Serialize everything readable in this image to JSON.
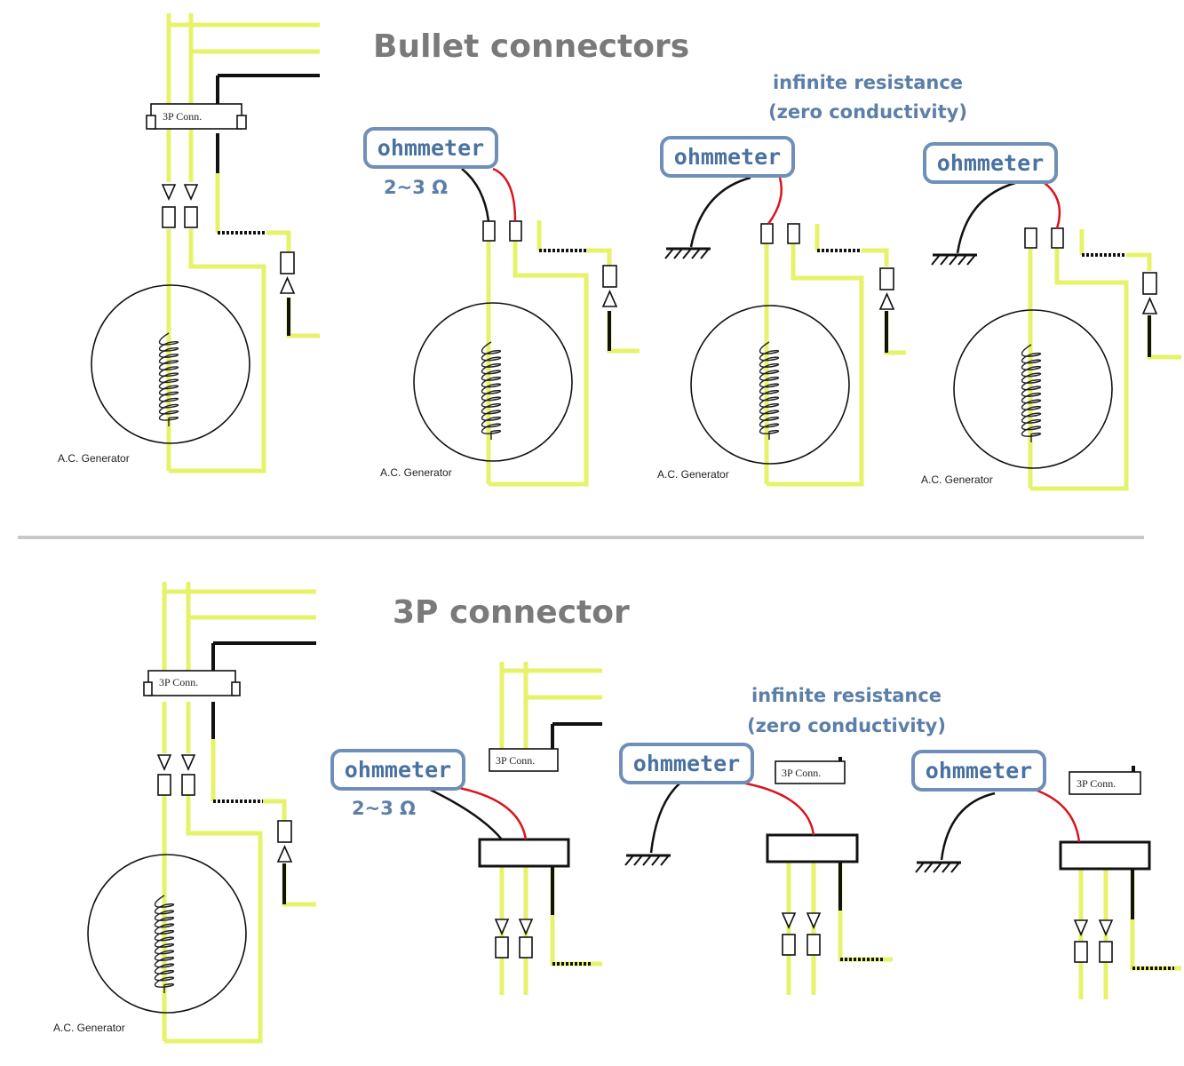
{
  "headings": {
    "bullet": "Bullet connectors",
    "threep": "3P connector"
  },
  "notes": {
    "bullet_line1": "infinite resistance",
    "bullet_line2": "(zero conductivity)",
    "threep_line1": "infinite resistance",
    "threep_line2": "(zero conductivity)"
  },
  "meter_label": "ohmmeter",
  "resistance_value": "2~3 Ω",
  "generator_label": "A.C. Generator",
  "connector_label": "3P Conn.",
  "colors": {
    "wire_yellow": "#e6f36a",
    "wire_black": "#111111",
    "lead_red": "#d9141e",
    "meter_border": "#6f8fb8",
    "meter_text": "#4a72a0",
    "heading": "#7a7a7a",
    "note": "#5b7fa8",
    "separator": "#c8c8c8"
  }
}
